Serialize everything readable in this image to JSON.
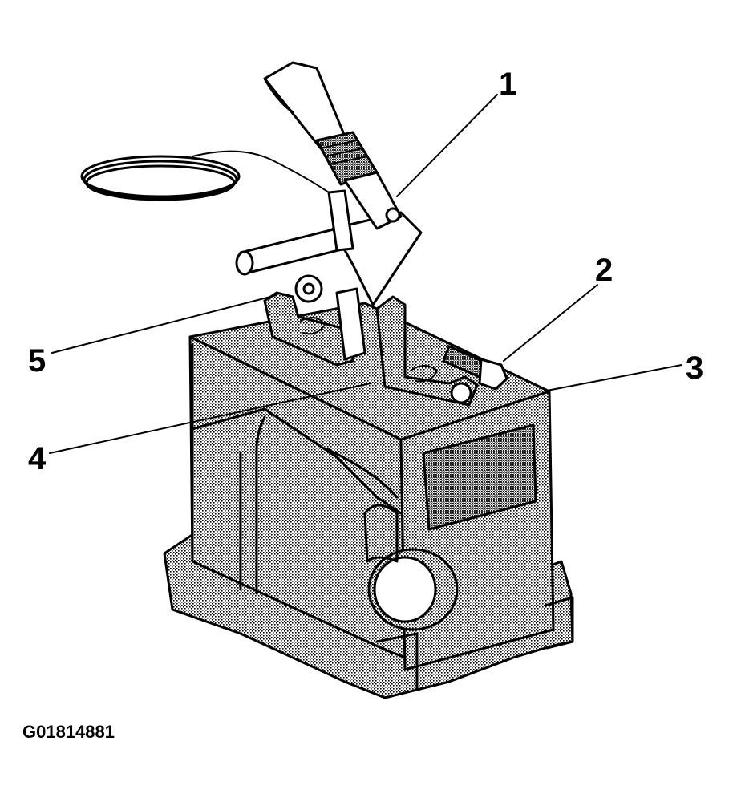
{
  "figure": {
    "id_label": "G01814881",
    "subject": "control valve assembly on housing with handle, cable, bolt and brackets"
  },
  "callouts": [
    {
      "number": "1"
    },
    {
      "number": "2"
    },
    {
      "number": "3"
    },
    {
      "number": "4"
    },
    {
      "number": "5"
    }
  ]
}
